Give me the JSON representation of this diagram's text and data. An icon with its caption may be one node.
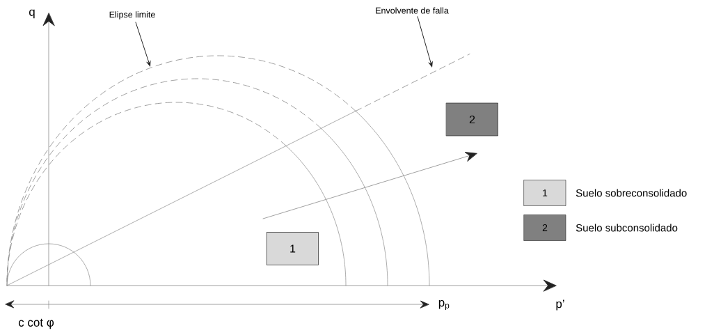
{
  "diagram": {
    "nodes": [
      {
        "text": [
          "Elipse limite"
        ]
      },
      {
        "text": [
          "Envolvente  de falla"
        ]
      },
      {
        "text": [
          "1"
        ]
      },
      {
        "text": [
          "2"
        ]
      }
    ],
    "edges": [
      {
        "from": 0,
        "to": null,
        "arrow": "to"
      },
      {
        "from": 1,
        "to": null,
        "arrow": "to"
      }
    ],
    "labels": [
      "q",
      "1",
      "2",
      "p$_{p}$",
      "p’",
      "c cot φ"
    ],
    "legend": [
      {
        "text": "Suelo sobreconsolidado",
        "color": "#d9d9d9"
      },
      {
        "text": "Suelo subconsolidado",
        "color": "#808080"
      }
    ]
  }
}
